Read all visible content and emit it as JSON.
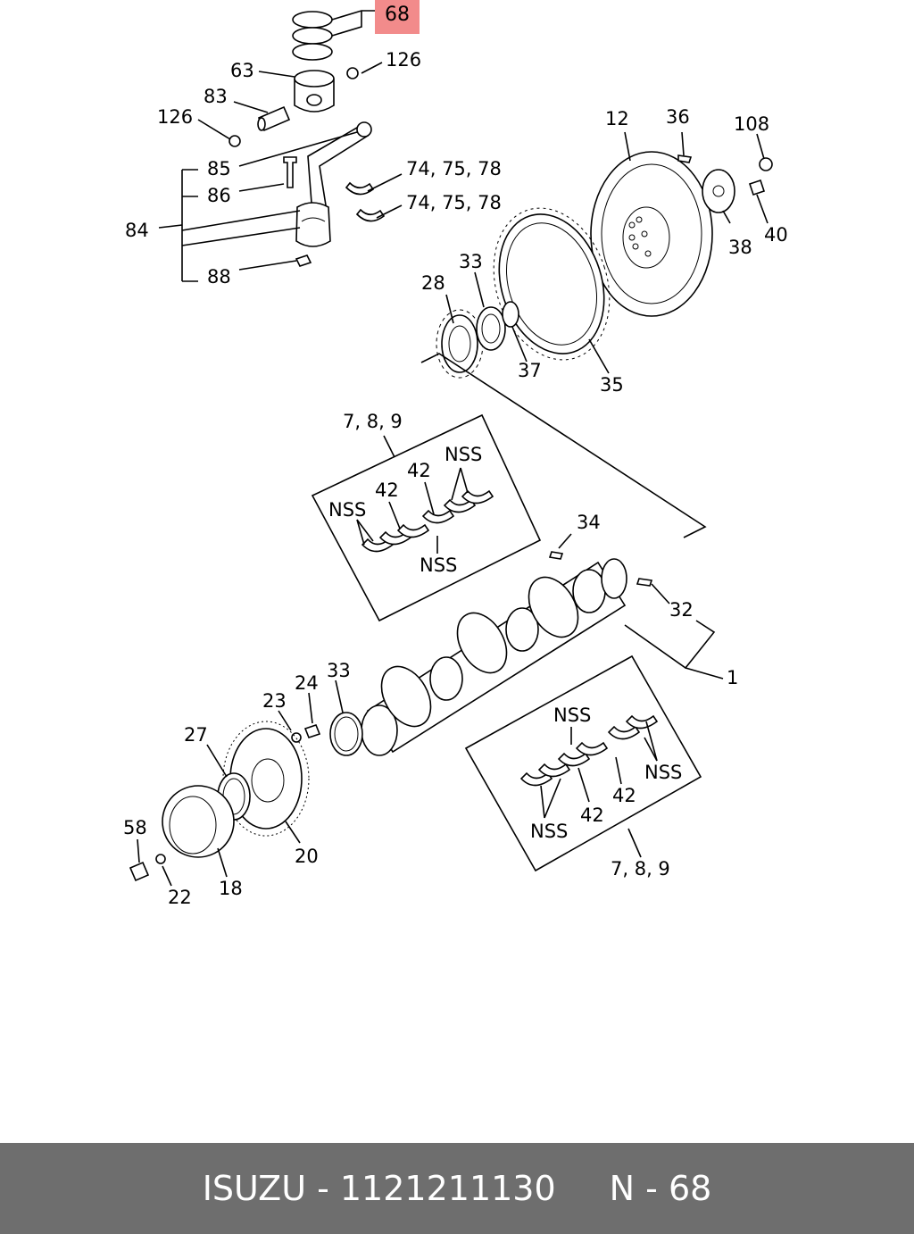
{
  "highlight": {
    "label": "68",
    "color": "#f28b8b"
  },
  "footer": {
    "brand_part": "ISUZU - 1121211130",
    "page": "N - 68",
    "background": "#6e6e6e"
  },
  "callouts": {
    "c63": "63",
    "c126a": "126",
    "c83": "83",
    "c126b": "126",
    "c85": "85",
    "c86": "86",
    "c84": "84",
    "c88": "88",
    "c747578a": "74, 75, 78",
    "c747578b": "74, 75, 78",
    "c12": "12",
    "c36": "36",
    "c108": "108",
    "c38": "38",
    "c40": "40",
    "c33a": "33",
    "c28": "28",
    "c37": "37",
    "c35": "35",
    "c789a": "7, 8, 9",
    "c42a": "42",
    "c42b": "42",
    "cNSSa": "NSS",
    "cNSSb": "NSS",
    "cNSSc": "NSS",
    "c34": "34",
    "c32": "32",
    "c1": "1",
    "c24": "24",
    "c23": "23",
    "c33b": "33",
    "c27": "27",
    "c58": "58",
    "c22": "22",
    "c18": "18",
    "c20": "20",
    "cNSSd": "NSS",
    "cNSSe": "NSS",
    "cNSSf": "NSS",
    "c42c": "42",
    "c42d": "42",
    "c789b": "7, 8, 9"
  }
}
